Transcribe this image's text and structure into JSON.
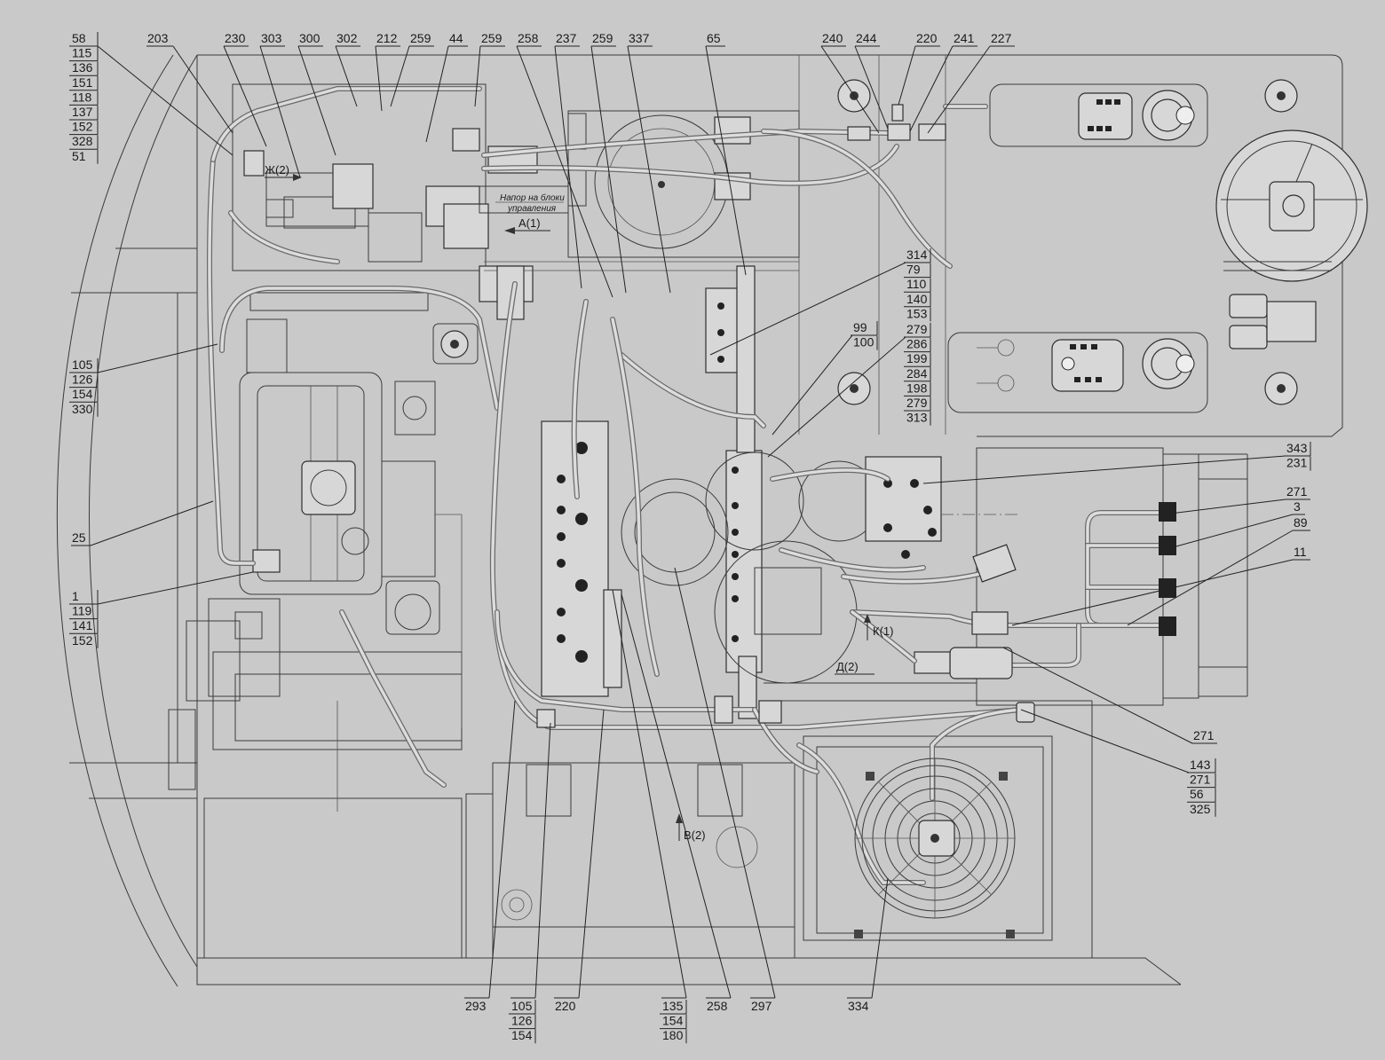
{
  "drawing": {
    "notes": {
      "pressure_note": [
        "Напор на блоки",
        "управления"
      ]
    },
    "views": [
      "Ж(2)",
      "А(1)",
      "К(1)",
      "Д(2)",
      "В(2)"
    ],
    "callouts_top": [
      {
        "id": "t1",
        "lines": [
          "58",
          "115",
          "136",
          "151",
          "118",
          "137",
          "152",
          "328",
          "51"
        ]
      },
      {
        "id": "t2",
        "lines": [
          "203"
        ]
      },
      {
        "id": "t3",
        "lines": [
          "230"
        ]
      },
      {
        "id": "t4",
        "lines": [
          "303"
        ]
      },
      {
        "id": "t5",
        "lines": [
          "300"
        ]
      },
      {
        "id": "t6",
        "lines": [
          "302"
        ]
      },
      {
        "id": "t7",
        "lines": [
          "212"
        ]
      },
      {
        "id": "t8",
        "lines": [
          "259"
        ]
      },
      {
        "id": "t9",
        "lines": [
          "44"
        ]
      },
      {
        "id": "t10",
        "lines": [
          "259"
        ]
      },
      {
        "id": "t11",
        "lines": [
          "258"
        ]
      },
      {
        "id": "t12",
        "lines": [
          "237"
        ]
      },
      {
        "id": "t13",
        "lines": [
          "259"
        ]
      },
      {
        "id": "t14",
        "lines": [
          "337"
        ]
      },
      {
        "id": "t15",
        "lines": [
          "65"
        ]
      },
      {
        "id": "t16",
        "lines": [
          "240"
        ]
      },
      {
        "id": "t17",
        "lines": [
          "244"
        ]
      },
      {
        "id": "t18",
        "lines": [
          "220"
        ]
      },
      {
        "id": "t19",
        "lines": [
          "241"
        ]
      },
      {
        "id": "t20",
        "lines": [
          "227"
        ]
      }
    ],
    "callouts_left": [
      {
        "id": "l1",
        "lines": [
          "105",
          "126",
          "154",
          "330"
        ]
      },
      {
        "id": "l2",
        "lines": [
          "25"
        ]
      },
      {
        "id": "l3",
        "lines": [
          "1",
          "119",
          "141",
          "152"
        ]
      }
    ],
    "callouts_center": [
      {
        "id": "c1",
        "lines": [
          "314",
          "79",
          "110",
          "140",
          "153"
        ]
      },
      {
        "id": "c2",
        "lines": [
          "99",
          "100"
        ]
      },
      {
        "id": "c3",
        "lines": [
          "279",
          "286",
          "199",
          "284",
          "198",
          "279",
          "313"
        ]
      }
    ],
    "callouts_right": [
      {
        "id": "r1",
        "lines": [
          "343",
          "231"
        ]
      },
      {
        "id": "r2",
        "lines": [
          "271"
        ]
      },
      {
        "id": "r3",
        "lines": [
          "3"
        ]
      },
      {
        "id": "r4",
        "lines": [
          "89"
        ]
      },
      {
        "id": "r5",
        "lines": [
          "11"
        ]
      },
      {
        "id": "r6",
        "lines": [
          "271"
        ]
      },
      {
        "id": "r7",
        "lines": [
          "143",
          "271",
          "56",
          "325"
        ]
      }
    ],
    "callouts_bottom": [
      {
        "id": "b1",
        "lines": [
          "293"
        ]
      },
      {
        "id": "b2",
        "lines": [
          "105",
          "126",
          "154"
        ]
      },
      {
        "id": "b3",
        "lines": [
          "220"
        ]
      },
      {
        "id": "b4",
        "lines": [
          "135",
          "154",
          "180"
        ]
      },
      {
        "id": "b5",
        "lines": [
          "258"
        ]
      },
      {
        "id": "b6",
        "lines": [
          "297"
        ]
      },
      {
        "id": "b7",
        "lines": [
          "334"
        ]
      }
    ]
  }
}
